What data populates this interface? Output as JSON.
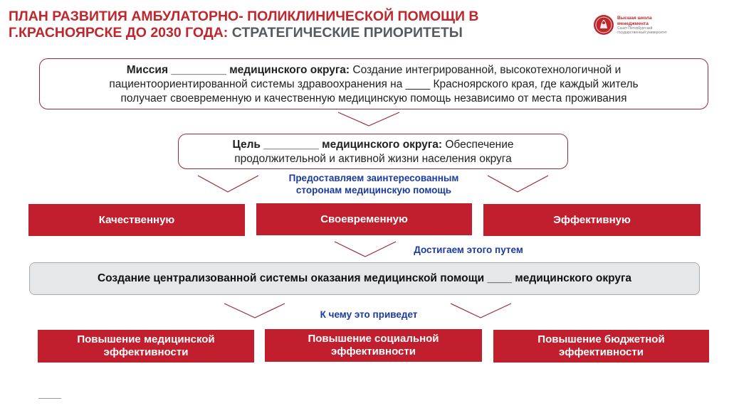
{
  "title": {
    "line1": "ПЛАН РАЗВИТИЯ АМБУЛАТОРНО- ПОЛИКЛИНИЧЕСКОЙ ПОМОЩИ В",
    "line2_main": "Г.КРАСНОЯРСКЕ ДО 2030 ГОДА: ",
    "line2_sub": "СТРАТЕГИЧЕСКИЕ ПРИОРИТЕТЫ"
  },
  "logo": {
    "line1": "Высшая школа",
    "line2": "менеджмента",
    "line3": "Санкт-Петербургский",
    "line4": "государственный университет",
    "icon": "logo-emblem-icon",
    "color": "#c0272d"
  },
  "mission": {
    "label": "Миссия _________ медицинского округа:",
    "text_line1": " Создание интегрированной, высокотехнологичной и",
    "text_line2": "пациентоориентированной системы здравоохранения на ____ Красноярского края, где каждый житель",
    "text_line3": "получает своевременную и качественную медицинскую помощь независимо от места проживания"
  },
  "goal": {
    "label": "Цель _________ медицинского округа:",
    "text_line1": " Обеспечение",
    "text_line2": "продолжительной и активной жизни населения округа"
  },
  "provide": {
    "line1": "Предоставляем заинтересованным",
    "line2": "сторонам медицинскую помощь"
  },
  "qualities": [
    "Качественную",
    "Своевременную",
    "Эффективную"
  ],
  "achieve": "Достигаем этого путем",
  "system": "Создание централизованной системы оказания медицинской помощи ____ медицинского округа",
  "lead": "К чему это приведет",
  "outcomes": [
    {
      "line1": "Повышение медицинской",
      "line2": "эффективности"
    },
    {
      "line1": "Повышение социальной",
      "line2": "эффективности"
    },
    {
      "line1": "Повышение бюджетной",
      "line2": "эффективности"
    }
  ],
  "colors": {
    "accent_red": "#c21f2e",
    "title_red": "#c0272d",
    "title_gray": "#555a60",
    "blue_text": "#1c3aa0",
    "box_border": "#9b2c33",
    "gray_box": "#e6e7e8"
  }
}
